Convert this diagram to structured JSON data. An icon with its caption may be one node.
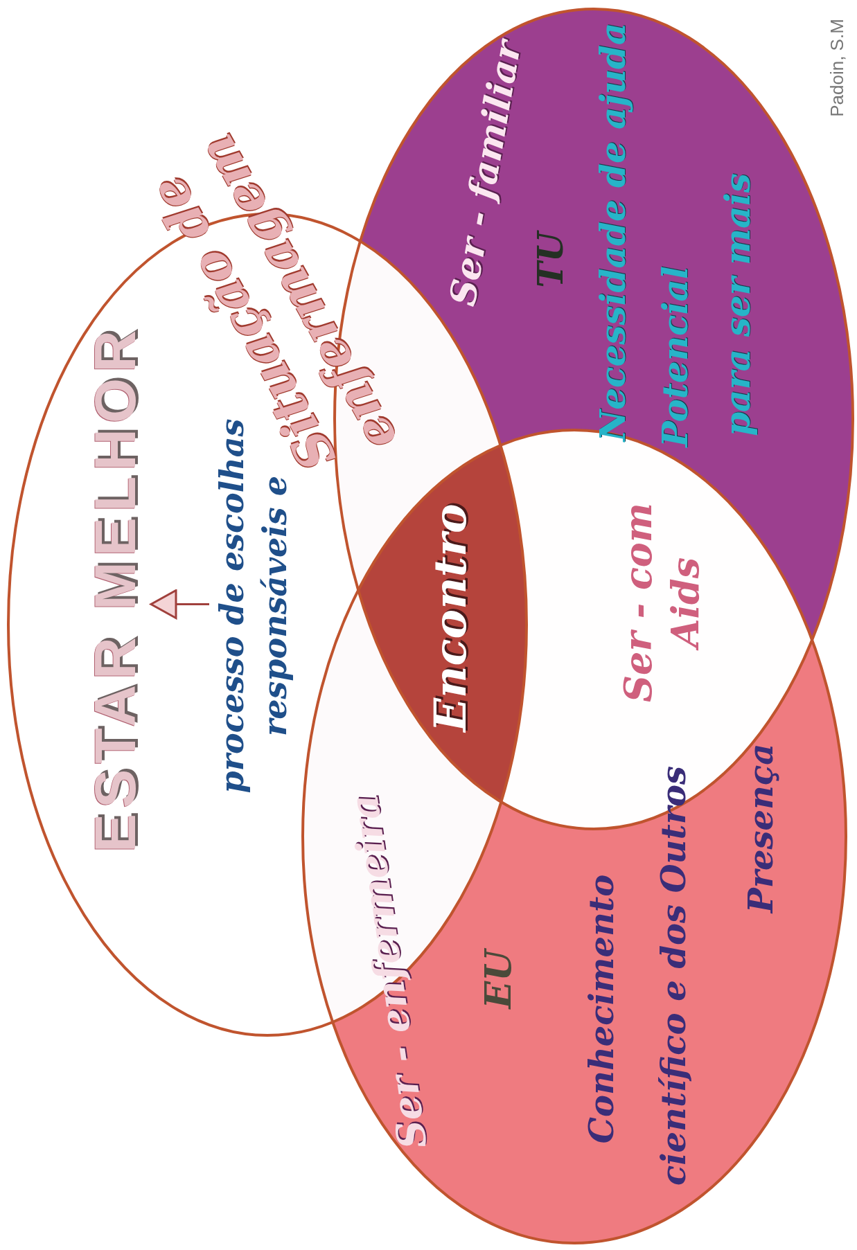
{
  "diagram": {
    "nodes": [
      {
        "text": [],
        "shape": "ellipse"
      },
      {
        "text": [],
        "shape": "ellipse"
      },
      {
        "text": [],
        "shape": "ellipse"
      },
      {
        "text": [
          "ESTAR MELHOR"
        ],
        "in": 0
      },
      {
        "text": [
          "processo de escolhas responsáveis e"
        ],
        "in": 0
      }
    ],
    "edges": [
      {
        "from": 4,
        "to": 3,
        "arrow": "to"
      }
    ],
    "labels": [
      "Situação de enfermagem",
      "Ser - familiar",
      "TU",
      "Necessidade de ajuda",
      "Potencial",
      "para ser mais",
      "Encontro",
      "Ser - com Aids",
      "Ser - enfermeira",
      "EU",
      "Conhecimento",
      "científico e dos Outros",
      "Presença",
      "Padoin, S.M"
    ]
  }
}
